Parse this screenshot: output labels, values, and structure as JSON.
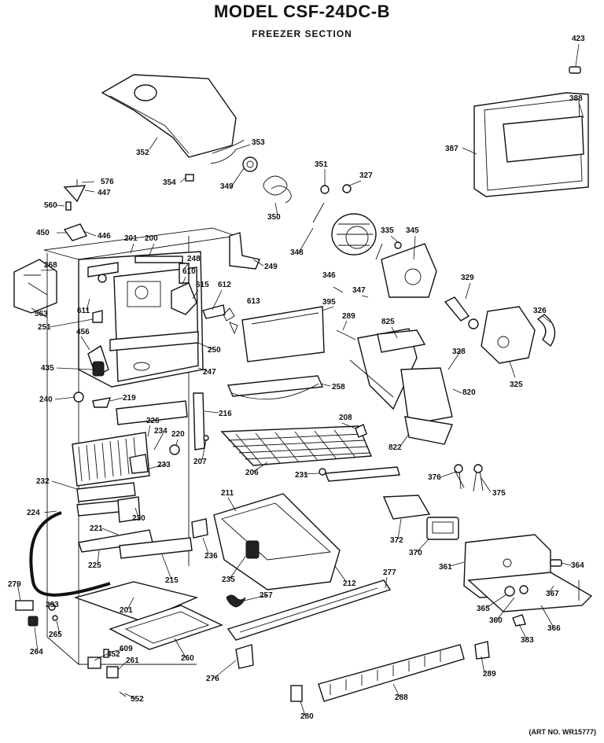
{
  "title": "MODEL CSF-24DC-B",
  "subtitle": "FREEZER SECTION",
  "art_number": "(ART NO. WR15777)",
  "colors": {
    "ink": "#111111",
    "paper": "#ffffff"
  },
  "part_labels": [
    "423",
    "388",
    "387",
    "352",
    "353",
    "354",
    "349",
    "351",
    "327",
    "576",
    "447",
    "560",
    "450",
    "446",
    "201",
    "200",
    "249",
    "350",
    "348",
    "335",
    "345",
    "268",
    "248",
    "610",
    "615",
    "611",
    "612",
    "346",
    "347",
    "329",
    "563",
    "251",
    "613",
    "395",
    "289",
    "825",
    "326",
    "456",
    "250",
    "328",
    "325",
    "435",
    "247",
    "240",
    "219",
    "258",
    "820",
    "216",
    "226",
    "234",
    "220",
    "208",
    "822",
    "233",
    "207",
    "206",
    "232",
    "231",
    "376",
    "375",
    "224",
    "230",
    "221",
    "211",
    "372",
    "236",
    "370",
    "361",
    "364",
    "225",
    "215",
    "235",
    "212",
    "277",
    "279",
    "201",
    "293",
    "257",
    "367",
    "365",
    "265",
    "360",
    "366",
    "264",
    "260",
    "452",
    "609",
    "261",
    "383",
    "276",
    "289",
    "552",
    "288",
    "280"
  ]
}
